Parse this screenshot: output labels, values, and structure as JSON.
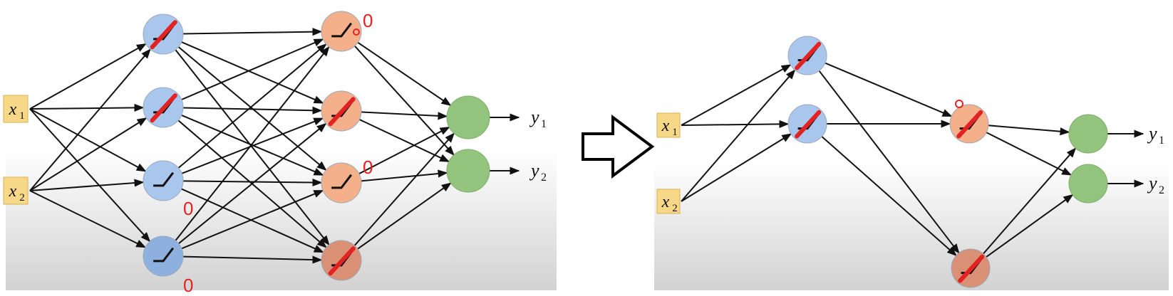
{
  "colors": {
    "input_box": "#f7d788",
    "input_border": "#d9b253",
    "hidden1": "#a9c6ec",
    "hidden1_dark": "#8eb0df",
    "hidden2": "#f4b08a",
    "hidden2_dark": "#d99074",
    "output": "#93c47d",
    "marker_red": "#e32222",
    "zero_red": "#e32222",
    "edge": "#111111"
  },
  "left_diagram": {
    "inputs": [
      {
        "id": "x1",
        "label": "x",
        "sub": "1"
      },
      {
        "id": "x2",
        "label": "x",
        "sub": "2"
      }
    ],
    "outputs": [
      {
        "id": "y1",
        "label": "y",
        "sub": "1"
      },
      {
        "id": "y2",
        "label": "y",
        "sub": "2"
      }
    ],
    "layer1": [
      {
        "id": "h1a",
        "dropped": true,
        "zero": ""
      },
      {
        "id": "h1b",
        "dropped": true,
        "zero": ""
      },
      {
        "id": "h1c",
        "dropped": false,
        "zero": "0"
      },
      {
        "id": "h1d",
        "dropped": false,
        "zero": "0"
      }
    ],
    "layer2": [
      {
        "id": "h2a",
        "dropped": false,
        "zero": "0"
      },
      {
        "id": "h2b",
        "dropped": true,
        "zero": ""
      },
      {
        "id": "h2c",
        "dropped": false,
        "zero": "0"
      },
      {
        "id": "h2d",
        "dropped": true,
        "zero": ""
      }
    ]
  },
  "arrow": {
    "icon": "right-arrow-icon"
  },
  "right_diagram": {
    "inputs": [
      {
        "id": "x1",
        "label": "x",
        "sub": "1"
      },
      {
        "id": "x2",
        "label": "x",
        "sub": "2"
      }
    ],
    "outputs": [
      {
        "id": "y1",
        "label": "y",
        "sub": "1"
      },
      {
        "id": "y2",
        "label": "y",
        "sub": "2"
      }
    ],
    "layer1": [
      {
        "id": "h1a",
        "dropped": true
      },
      {
        "id": "h1b",
        "dropped": true
      }
    ],
    "layer2": [
      {
        "id": "h2a",
        "dropped": true
      },
      {
        "id": "h2b",
        "dropped": true
      }
    ]
  }
}
